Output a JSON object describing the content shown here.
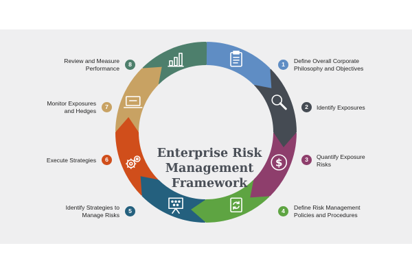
{
  "title_lines": [
    "Enterprise Risk",
    "Management",
    "Framework"
  ],
  "steps": [
    {
      "number": "1",
      "label": "Define Overall Corporate Philosophy and Objectives",
      "lines": [
        "Define Overall Corporate",
        "Philosophy and Objectives"
      ],
      "color": "#5f8dc4",
      "icon": "clipboard-icon"
    },
    {
      "number": "2",
      "label": "Identify Exposures",
      "lines": [
        "Identify Exposures"
      ],
      "color": "#454b53",
      "icon": "magnifier-icon"
    },
    {
      "number": "3",
      "label": "Quantify Exposure Risks",
      "lines": [
        "Quantify Exposure",
        "Risks"
      ],
      "color": "#8e3e6c",
      "icon": "dollar-icon"
    },
    {
      "number": "4",
      "label": "Define Risk Management Policies and Procedures",
      "lines": [
        "Define Risk Management",
        "Policies and Procedures"
      ],
      "color": "#5ea442",
      "icon": "document-cycle-icon"
    },
    {
      "number": "5",
      "label": "Identify Strategies to Manage Risks",
      "lines": [
        "Identify Strategies to",
        "Manage Risks"
      ],
      "color": "#24607e",
      "icon": "presentation-board-icon"
    },
    {
      "number": "6",
      "label": "Execute Strategies",
      "lines": [
        "Execute Strategies"
      ],
      "color": "#d04e1b",
      "icon": "gears-icon"
    },
    {
      "number": "7",
      "label": "Monitor Exposures and Hedges",
      "lines": [
        "Monitor Exposures",
        "and Hedges"
      ],
      "color": "#c8a263",
      "icon": "laptop-icon"
    },
    {
      "number": "8",
      "label": "Review and Measure Performance",
      "lines": [
        "Review and Measure",
        "Performance"
      ],
      "color": "#4d7f6c",
      "icon": "bar-chart-icon"
    }
  ]
}
